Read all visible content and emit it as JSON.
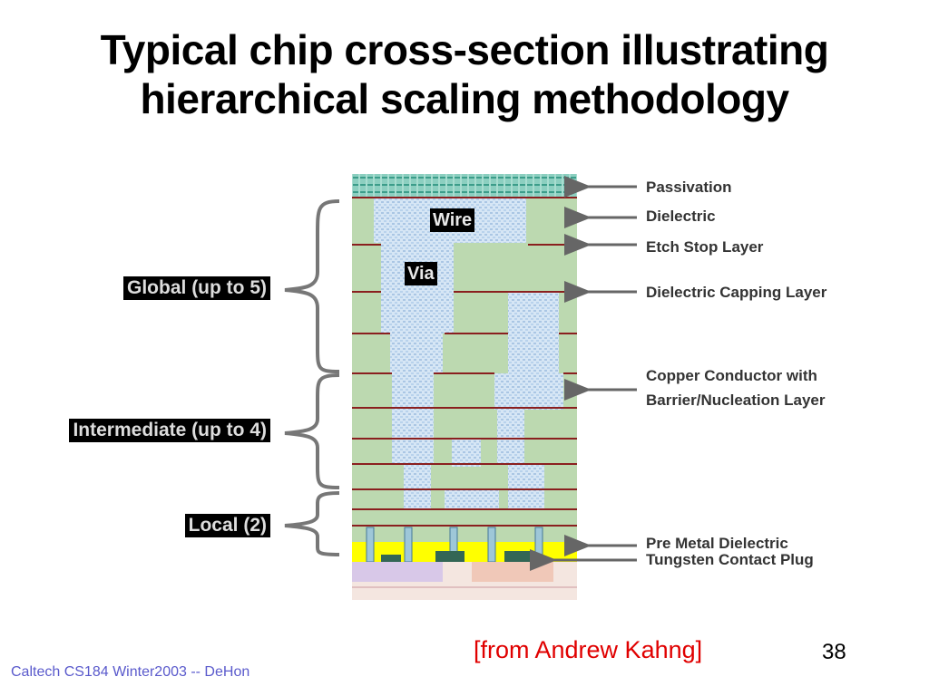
{
  "title": {
    "line1": "Typical chip cross-section illustrating",
    "line2": "hierarchical scaling methodology"
  },
  "groups": {
    "global": "Global (up to 5)",
    "intermediate": "Intermediate (up to 4)",
    "local": "Local (2)"
  },
  "chip_tags": {
    "wire": "Wire",
    "via": "Via"
  },
  "layers": {
    "passivation": "Passivation",
    "dielectric": "Dielectric",
    "etch_stop": "Etch Stop Layer",
    "capping": "Dielectric Capping Layer",
    "copper_line1": "Copper Conductor with",
    "copper_line2": "Barrier/Nucleation Layer",
    "pre_metal": "Pre Metal Dielectric",
    "tungsten": "Tungsten Contact Plug"
  },
  "source": "[from Andrew Kahng]",
  "page_number": "38",
  "footer": "Caltech CS184 Winter2003 -- DeHon",
  "colors": {
    "dielectric": "#bcd9b0",
    "copper": "#cfe2f3",
    "etch_stop": "#8a1f1f",
    "pre_metal": "#ffff00",
    "arrow": "#666666",
    "brace": "#777777",
    "source_text": "#e00000",
    "footer_text": "#5a5acc"
  }
}
